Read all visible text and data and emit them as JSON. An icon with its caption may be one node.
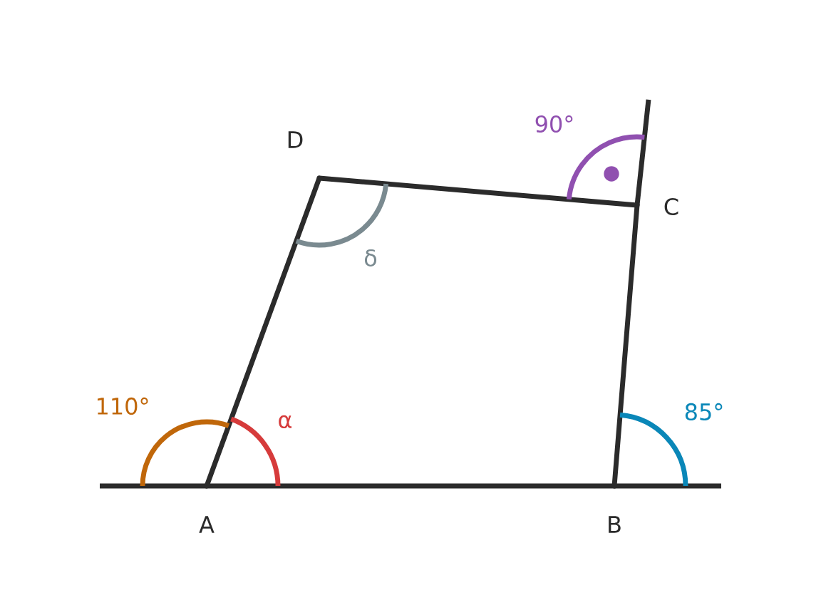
{
  "diagram": {
    "nodes": [
      {
        "text": [
          "A"
        ]
      },
      {
        "text": [
          "B"
        ]
      },
      {
        "text": [
          "C"
        ]
      },
      {
        "text": [
          "D"
        ]
      }
    ],
    "edges": [
      {
        "from": 0,
        "to": 1,
        "arrow": "none"
      },
      {
        "from": 1,
        "to": 2,
        "arrow": "none"
      },
      {
        "from": 2,
        "to": 3,
        "arrow": "none"
      },
      {
        "from": 3,
        "to": 0,
        "arrow": "none"
      }
    ],
    "labels": [
      "90°",
      "δ",
      "110°",
      "α",
      "85°"
    ]
  }
}
